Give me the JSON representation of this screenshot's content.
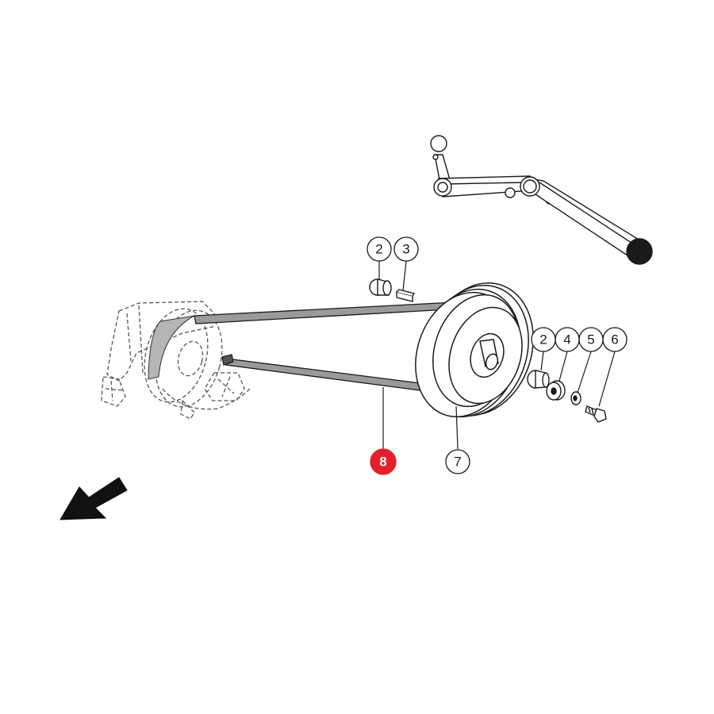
{
  "diagram": {
    "callouts": [
      {
        "id": "c2a",
        "label": "2",
        "highlighted": false
      },
      {
        "id": "c3",
        "label": "3",
        "highlighted": false
      },
      {
        "id": "c2b",
        "label": "2",
        "highlighted": false
      },
      {
        "id": "c4",
        "label": "4",
        "highlighted": false
      },
      {
        "id": "c5",
        "label": "5",
        "highlighted": false
      },
      {
        "id": "c6",
        "label": "6",
        "highlighted": false
      },
      {
        "id": "c7",
        "label": "7",
        "highlighted": false
      },
      {
        "id": "c8",
        "label": "8",
        "highlighted": true
      }
    ],
    "colors": {
      "line": "#1a1a1a",
      "ghost": "#555555",
      "belt_fill": "#9a9a9a",
      "highlight": "#e3202a",
      "highlight_text": "#ffffff"
    },
    "icons": [
      "direction-arrow-icon",
      "control-lever-icon"
    ]
  }
}
